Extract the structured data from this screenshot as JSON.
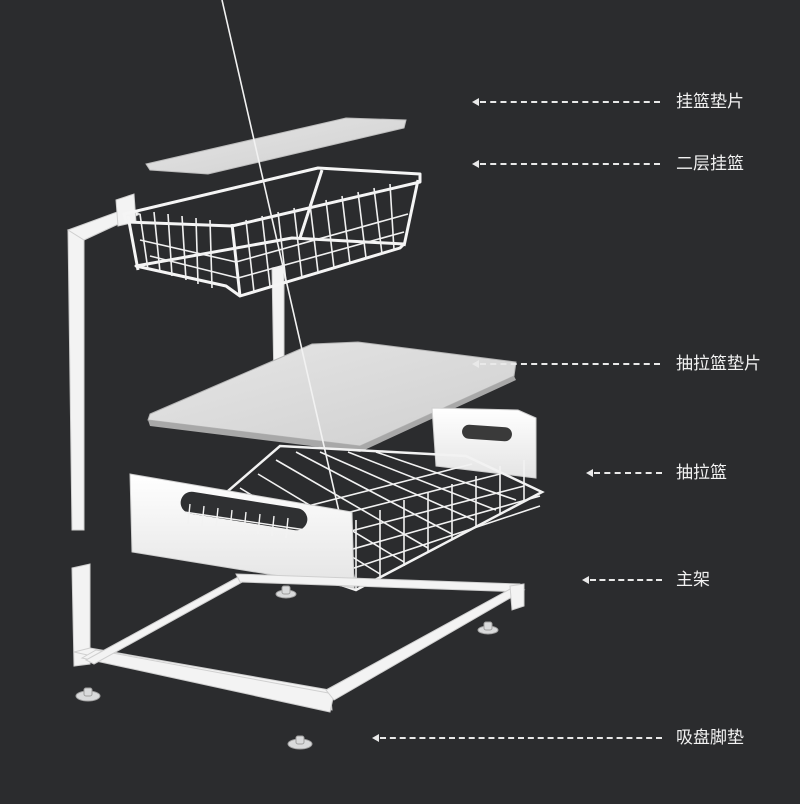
{
  "background_color": "#2b2c2e",
  "rack_color": "#f2f2f2",
  "callouts": [
    {
      "id": "hang-basket-pad",
      "text": "挂篮垫片"
    },
    {
      "id": "second-tier-basket",
      "text": "二层挂篮"
    },
    {
      "id": "pull-out-basket-pad",
      "text": "抽拉篮垫片"
    },
    {
      "id": "pull-out-basket",
      "text": "抽拉篮"
    },
    {
      "id": "main-frame",
      "text": "主架"
    },
    {
      "id": "suction-feet",
      "text": "吸盘脚垫"
    }
  ]
}
